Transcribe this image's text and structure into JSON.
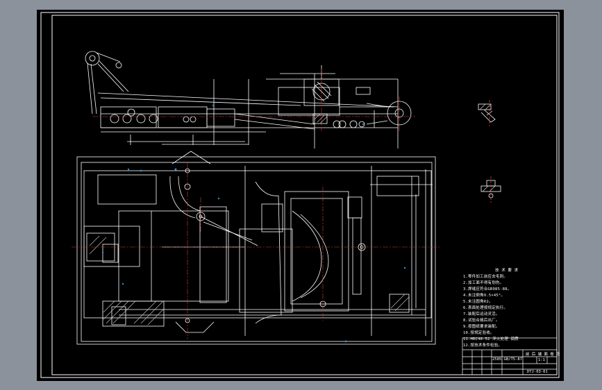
{
  "colors": {
    "viewer_background": "#8c929c",
    "sheet": "#000000",
    "geometry": "#ffffff",
    "center_lines": "#d23b3b",
    "dimensions": "#2f8fd0",
    "hatch": "#c8c8c8"
  },
  "notes": {
    "heading": "技 术 要 求",
    "lines": [
      "1.零件加工前应去毛刺。",
      "2.加工面不得有划伤。",
      "3.焊缝应符合GB985-88。",
      "4.未注倒角0.5×45°。",
      "5.未注圆角R2。",
      "6.表面处理按规定执行。",
      "7.装配后运动灵活。",
      "8.试验合格后出厂。",
      "9.按图纸要求装配。",
      "10.按规定验收。",
      "11.HRC48-52 淬火处理 调质",
      "12.按技术条件检验。"
    ]
  },
  "title_block": {
    "drawing_title": "前 后 端 面 卷 铣",
    "standard": "2585 GB/T5-87",
    "drawing_number": "DTJ-03-01",
    "scale": "1:1"
  },
  "icons": [
    "section-view-detail-a-icon",
    "section-view-detail-b-icon"
  ]
}
